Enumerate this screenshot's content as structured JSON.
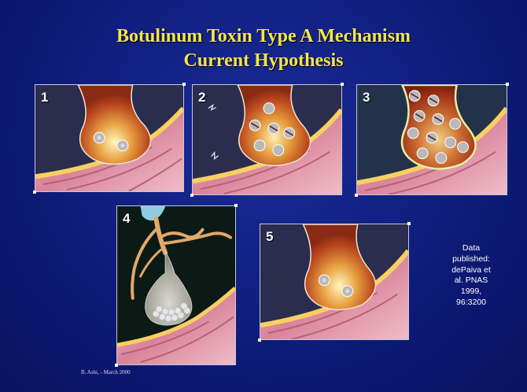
{
  "slide": {
    "title_line1": "Botulinum Toxin Type A Mechanism",
    "title_line2": "Current Hypothesis",
    "panels": [
      {
        "number": "1"
      },
      {
        "number": "2"
      },
      {
        "number": "3"
      },
      {
        "number": "4"
      },
      {
        "number": "5"
      }
    ],
    "side_note": "Data\npublished:\ndePaiva et\nal. PNAS\n1999,\n96:3200",
    "footer": "B. Ashi, - March 2000"
  },
  "colors": {
    "background": "#0e1c7a",
    "title": "#f3e64a",
    "nerve_terminal": "#a8341c",
    "muscle": "#e9a5b4"
  }
}
